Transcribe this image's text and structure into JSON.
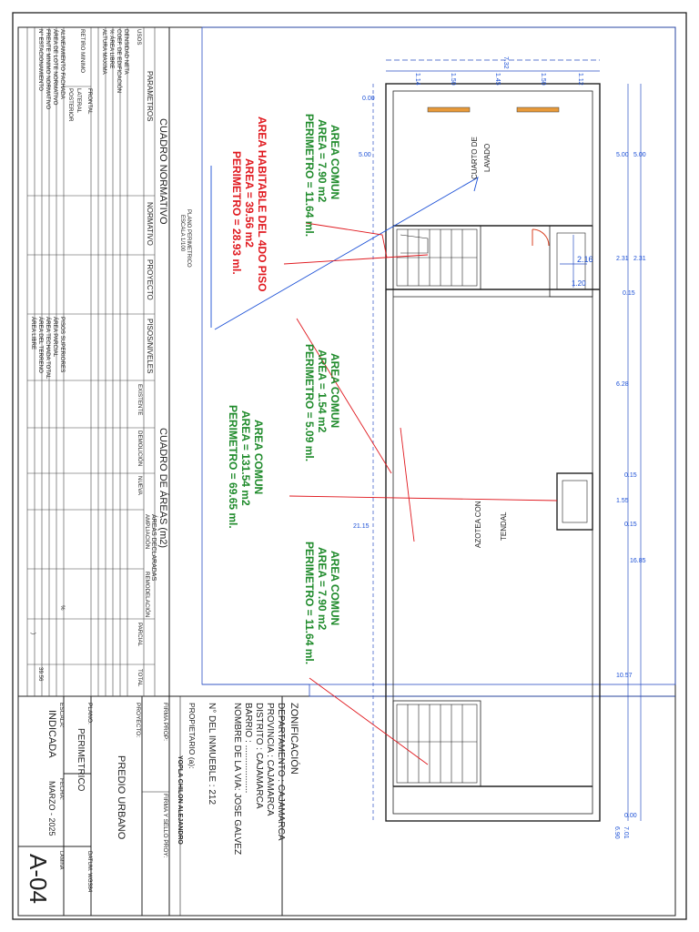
{
  "plan_caption": {
    "title": "PLANO PERIMETRICO",
    "scale": "ESCALA 1/100"
  },
  "annotations": [
    {
      "name": "area-comun-lavado",
      "lines": [
        "AREA COMUN",
        "AREA = 7.90 m2",
        "PERIMETRO = 11.64 ml."
      ],
      "color": "#1e8a2a"
    },
    {
      "name": "area-habitable",
      "lines": [
        "AREA HABITABLE DEL 4DO PISO",
        "AREA = 39.56 m2",
        "PERIMETRO = 28.93 ml."
      ],
      "color": "#e0181e"
    },
    {
      "name": "area-comun-escalera",
      "lines": [
        "AREA COMUN",
        "AREA = 1.54 m2",
        "PERIMETRO = 5.09 ml."
      ],
      "color": "#1e8a2a"
    },
    {
      "name": "area-comun-azotea",
      "lines": [
        "AREA COMUN",
        "AREA = 131.54 m2",
        "PERIMETRO = 69.65 ml."
      ],
      "color": "#1e8a2a"
    },
    {
      "name": "area-comun-final",
      "lines": [
        "AREA COMUN",
        "AREA = 7.90 m2",
        "PERIMETRO = 11.64 ml."
      ],
      "color": "#1e8a2a"
    }
  ],
  "rooms": {
    "lavado": [
      "CUARTO DE",
      "LAVADO"
    ],
    "tendal": [
      "AZOTEA CON",
      "TENDAL"
    ]
  },
  "dims": {
    "top": [
      "7.32",
      "1.45",
      "1.14",
      "1.50",
      "1.50",
      "1.12"
    ],
    "right": [
      "5.00",
      "5.00",
      "2.31",
      "2.31",
      "0.15",
      "6.28",
      "0.15",
      "1.55",
      "0.15",
      "16.85",
      "10.57",
      "0.00",
      "6.90",
      "7.01"
    ],
    "left": [
      "0.00",
      "5.00",
      "21.15"
    ],
    "inner": [
      "2.16",
      "1.20"
    ]
  },
  "cuadro_normativo": {
    "title": "CUADRO NORMATIVO",
    "headers": [
      "PARAMETROS",
      "NORMATIVO",
      "PROYECTO"
    ],
    "rows": [
      "USOS",
      "DENSIDAD NETA",
      "COEF. DE EDIFICACIÓN",
      "% ÁREA LIBRE",
      "ALTURA MAXIMA",
      "RETIRO MINIMO",
      "ALINEAMIENTO FACHADA",
      "ÁREA DE LOTE NORMATIVO",
      "FRENTE MINIMO NORMATIVO",
      "N° ESTACIONAMIENTO"
    ],
    "retiro_sub": [
      "FRONTAL",
      "LATERAL",
      "POSTERIOR"
    ]
  },
  "cuadro_areas": {
    "title": "CUADRO DE ÁREAS (m2)",
    "headers": [
      "PISOS/NIVELES",
      "EXISTENTE",
      "DEMOLICIÓN",
      "NUEVA",
      "AMPLIACIÓN",
      "REMODELACIÓN",
      "PARCIAL",
      "TOTAL"
    ],
    "group": "ÁREAS DECLARADAS",
    "rows": [
      "PISOS SUPERIORES",
      "ÁREA PARCIAL",
      "ÁREA TECHADA TOTAL",
      "ÁREA DEL TERRENO",
      "ÁREA LIBRE"
    ],
    "value_terreno": "39.56",
    "pct": "%",
    "paren": ")"
  },
  "info": {
    "zonificacion": "ZONIFICACIÓN",
    "lines": [
      "DEPARTAMENTO     : CAJAMARCA",
      "PROVINCIA           : CAJAMARCA",
      "DISTRITO             : CAJAMARCA",
      "BARRIO                : ...................",
      "NOMBRE DE LA VIA: JOSE GALVEZ",
      "N° DEL INMUEBLE   : 212"
    ],
    "propietario_label": "PROPIETARIO (a):",
    "propietario": "YOPLA CHILON ALEJANDRO",
    "firma_prop": "FIRMA PROP:",
    "firma_sello": "FIRMA Y SELLO PROY:"
  },
  "title_block": {
    "proyecto_label": "PROYECTO:",
    "proyecto": "PREDIO URBANO",
    "datum": "DATUM: WGS84",
    "plano_label": "PLANO:",
    "plano": "PERIMETRICO",
    "escala_label": "ESCALA:",
    "escala": "INDICADA",
    "fecha_label": "FECHA:",
    "fecha": "MARZO - 2025",
    "lamina_label": "LAMINA",
    "lamina": "A-04"
  }
}
